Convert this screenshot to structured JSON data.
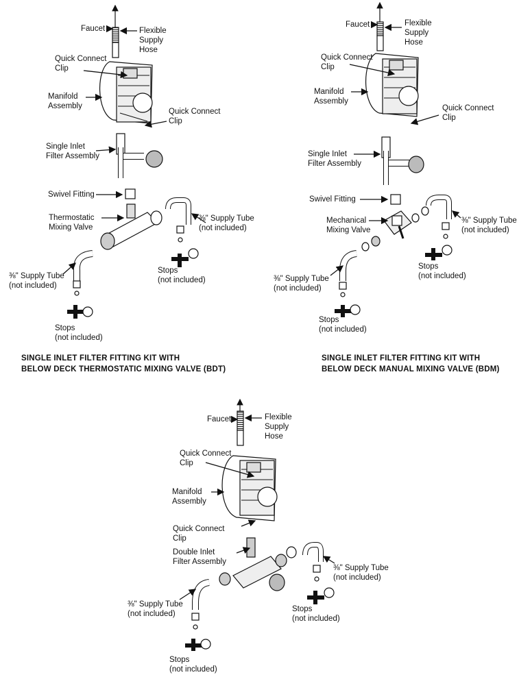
{
  "diagrams": [
    {
      "caption_line1": "SINGLE INLET FILTER FITTING KIT WITH",
      "caption_line2": "BELOW DECK THERMOSTATIC MIXING VALVE (BDT)",
      "labels": {
        "faucet": "Faucet",
        "hose": "Flexible\nSupply\nHose",
        "qc_clip_top": "Quick Connect\nClip",
        "manifold": "Manifold\nAssembly",
        "qc_clip_side": "Quick Connect\nClip",
        "filter": "Single Inlet\nFilter Assembly",
        "swivel": "Swivel Fitting",
        "valve": "Thermostatic\nMixing Valve",
        "tube_right": "⅜\" Supply Tube\n(not included)",
        "stops_right": "Stops\n(not included)",
        "tube_left": "⅜\" Supply Tube\n(not included)",
        "stops_left": "Stops\n(not included)"
      }
    },
    {
      "caption_line1": "SINGLE INLET FILTER FITTING KIT WITH",
      "caption_line2": "BELOW DECK MANUAL MIXING VALVE (BDM)",
      "labels": {
        "faucet": "Faucet",
        "hose": "Flexible\nSupply\nHose",
        "qc_clip_top": "Quick Connect\nClip",
        "manifold": "Manifold\nAssembly",
        "qc_clip_side": "Quick Connect\nClip",
        "filter": "Single Inlet\nFilter Assembly",
        "swivel": "Swivel Fitting",
        "valve": "Mechanical\nMixing Valve",
        "tube_right": "⅜\" Supply Tube\n(not included)",
        "stops_right": "Stops\n(not included)",
        "tube_left": "⅜\" Supply Tube\n(not included)",
        "stops_left": "Stops\n(not included)"
      }
    },
    {
      "labels": {
        "faucet": "Faucet",
        "hose": "Flexible\nSupply\nHose",
        "qc_clip_top": "Quick Connect\nClip",
        "manifold": "Manifold\nAssembly",
        "qc_clip_side": "Quick Connect\nClip",
        "filter": "Double Inlet\nFilter Assembly",
        "tube_right": "⅜\" Supply Tube\n(not included)",
        "stops_right": "Stops\n(not included)",
        "tube_left": "⅜\" Supply Tube\n(not included)",
        "stops_left": "Stops\n(not included)"
      }
    }
  ]
}
